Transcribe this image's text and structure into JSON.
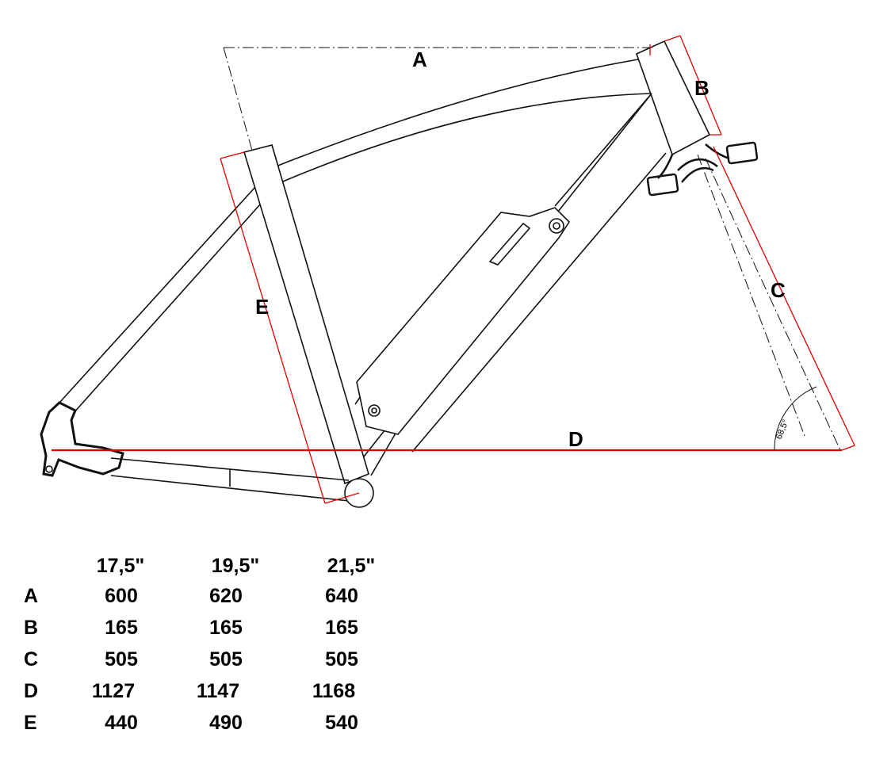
{
  "diagram": {
    "labels": {
      "A": "A",
      "B": "B",
      "C": "C",
      "D": "D",
      "E": "E"
    },
    "head_angle": "68,5°",
    "colors": {
      "dimension": "#e00000",
      "frame": "#111111"
    }
  },
  "table": {
    "sizes": [
      "17,5\"",
      "19,5\"",
      "21,5\""
    ],
    "rows": [
      {
        "label": "A",
        "values": [
          "600",
          "620",
          "640"
        ]
      },
      {
        "label": "B",
        "values": [
          "165",
          "165",
          "165"
        ]
      },
      {
        "label": "C",
        "values": [
          "505",
          "505",
          "505"
        ]
      },
      {
        "label": "D",
        "values": [
          "1127",
          "1147",
          "1168"
        ]
      },
      {
        "label": "E",
        "values": [
          "440",
          "490",
          "540"
        ]
      }
    ]
  }
}
